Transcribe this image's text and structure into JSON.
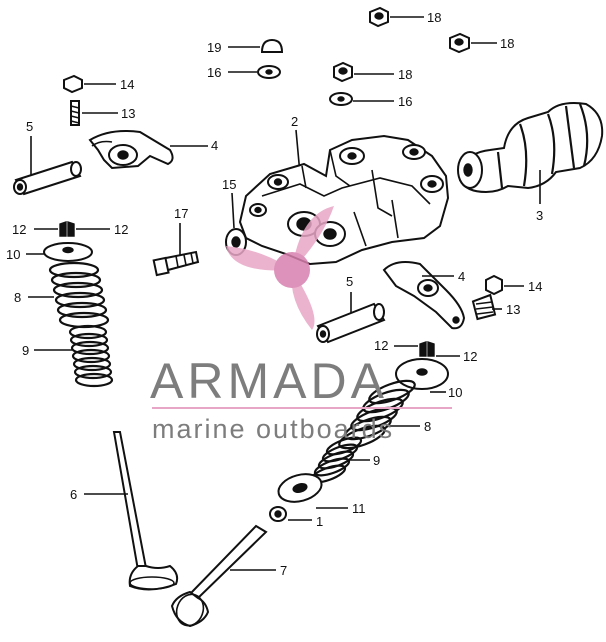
{
  "callouts": {
    "c19": "19",
    "c16a": "16",
    "c18a": "18",
    "c18b": "18",
    "c18c": "18",
    "c16b": "16",
    "c14a": "14",
    "c13a": "13",
    "c5a": "5",
    "c4a": "4",
    "c2": "2",
    "c3": "3",
    "c15": "15",
    "c17": "17",
    "c12a": "12",
    "c12b": "12",
    "c10a": "10",
    "c8a": "8",
    "c9a": "9",
    "c4b": "4",
    "c14b": "14",
    "c13b": "13",
    "c5b": "5",
    "c12c": "12",
    "c12d": "12",
    "c10b": "10",
    "c8b": "8",
    "c9b": "9",
    "c6": "6",
    "c11": "11",
    "c1": "1",
    "c7": "7"
  },
  "watermark": {
    "brand": "ARMADA",
    "tagline": "marine outboards",
    "colors": {
      "text": "#7d7d7d",
      "accent": "#e8a6c6",
      "accent_dark": "#d77fae"
    }
  }
}
